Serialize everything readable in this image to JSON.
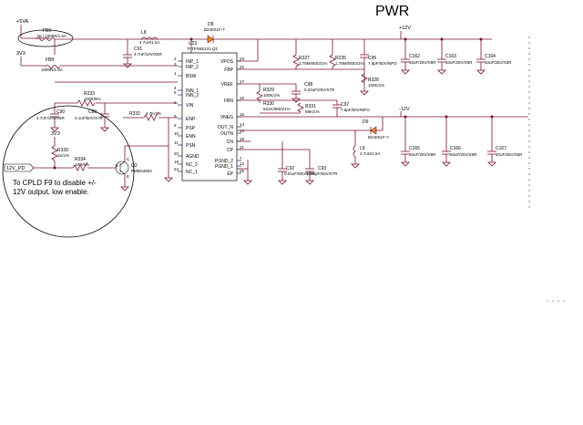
{
  "sheet": {
    "title": "PWR"
  },
  "nets": {
    "p5v": "+5VA",
    "p3v": "3V3",
    "p12v": "+12V",
    "n12v": "-12V",
    "en12": "12V_PD"
  },
  "note": {
    "line1": "To CPLD F9 to disable +/-",
    "line2": "12V output, low enable."
  },
  "ic": {
    "ref": "U23",
    "part": "TI TPS65131-Q1",
    "left_pins": [
      {
        "name": "INP_1",
        "num": "2"
      },
      {
        "name": "INP_2",
        "num": "3"
      },
      {
        "name": "BSW",
        "num": "1"
      },
      {
        "name": "INN_1",
        "num": "4"
      },
      {
        "name": "INN_2",
        "num": "5"
      },
      {
        "name": "VIN",
        "num": "6"
      },
      {
        "name": "ENP",
        "num": "9"
      },
      {
        "name": "PSP",
        "num": "8"
      },
      {
        "name": "ENN",
        "num": "10"
      },
      {
        "name": "PSN",
        "num": "11"
      },
      {
        "name": "AGND",
        "num": "20"
      },
      {
        "name": "NC_2",
        "num": "19"
      },
      {
        "name": "NC_1",
        "num": "24"
      }
    ],
    "right_pins": [
      {
        "name": "VPOS",
        "num": "23"
      },
      {
        "name": "FBP",
        "num": "22"
      },
      {
        "name": "VREF",
        "num": "17"
      },
      {
        "name": "FBN",
        "num": "16"
      },
      {
        "name": "VNEG",
        "num": "15"
      },
      {
        "name": "OUT_N",
        "num": "14"
      },
      {
        "name": "OUTN",
        "num": "13"
      },
      {
        "name": "CN",
        "num": "18"
      },
      {
        "name": "CP",
        "num": "21"
      },
      {
        "name": "PGND_2",
        "num": "7"
      },
      {
        "name": "PGND_1",
        "num": "12"
      },
      {
        "name": "EP",
        "num": "25"
      }
    ]
  },
  "parts": {
    "fb9": {
      "ref": "FB9",
      "val": "NL/ 1000R/1.5A"
    },
    "fb8": {
      "ref": "FB8",
      "val": "1000R/1.5A"
    },
    "l8": {
      "ref": "L8",
      "val": "4.7uH/1.5A"
    },
    "d8": {
      "ref": "D8",
      "val": "B240S1F-7"
    },
    "c91": {
      "ref": "C91",
      "val": "4.7uF/10V/X5R"
    },
    "r233": {
      "ref": "R233",
      "val": "100R/5%"
    },
    "c90": {
      "ref": "C90",
      "val": "4.7uF/10V/X5R"
    },
    "c89": {
      "ref": "C89",
      "val": "0.1uF/50V/X7R"
    },
    "r332": {
      "ref": "R332",
      "val": "4.7K/1%"
    },
    "r339": {
      "ref": "R339",
      "val": "1K/1%"
    },
    "r334": {
      "ref": "R334",
      "val": "10R/5%"
    },
    "q2": {
      "ref": "Q2",
      "val": "PMBS3904",
      "b": "B",
      "c": "C",
      "e": "E"
    },
    "r327": {
      "ref": "R327",
      "val": "1.78M/0603/1%"
    },
    "r235": {
      "ref": "R235",
      "val": "1.78M/0603/1%"
    },
    "c95": {
      "ref": "C95",
      "val": "7.6pF/50V/NPO"
    },
    "r328": {
      "ref": "R328",
      "val": "100K/1%"
    },
    "c162": {
      "ref": "C162",
      "val": "10uF/25V/X5R"
    },
    "c163": {
      "ref": "C163",
      "val": "10uF/25V/X5R"
    },
    "c164": {
      "ref": "C164",
      "val": "10uF/25V/X5R"
    },
    "r329": {
      "ref": "R329",
      "val": "100K/1%"
    },
    "c98": {
      "ref": "C98",
      "val": "0.22uF/25V/X7R"
    },
    "r330": {
      "ref": "R330",
      "val": "931K/0603/1%"
    },
    "r331": {
      "ref": "R331",
      "val": "59K/1%"
    },
    "c97": {
      "ref": "C97",
      "val": "7.6pF/50V/NPO"
    },
    "d9": {
      "ref": "D9",
      "val": "B240S1F-7"
    },
    "l9": {
      "ref": "L9",
      "val": "4.7uH/1.5A"
    },
    "c165": {
      "ref": "C165",
      "val": "10uF/25V/X5R"
    },
    "c166": {
      "ref": "C166",
      "val": "10uF/25V/X5R"
    },
    "c167": {
      "ref": "C167",
      "val": "10uF/25V/X5R"
    },
    "c92": {
      "ref": "C92",
      "val": "0.01uF/50V/X7R"
    },
    "c93": {
      "ref": "C93",
      "val": "4700pF/50V/X7R"
    }
  }
}
